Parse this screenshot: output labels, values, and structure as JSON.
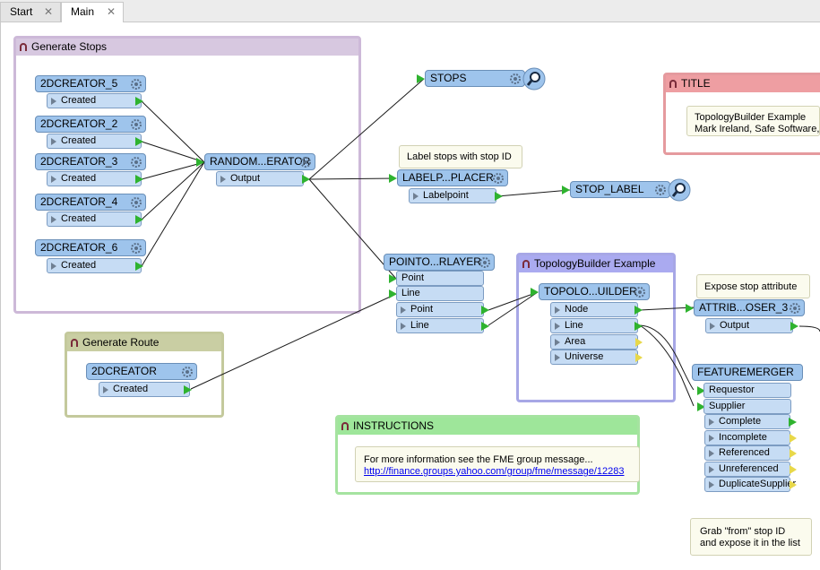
{
  "tabs": [
    {
      "label": "Start",
      "close": "✕"
    },
    {
      "label": "Main",
      "close": "✕"
    }
  ],
  "bookmarks": {
    "generate_stops": "Generate Stops",
    "generate_route": "Generate Route",
    "title": "TITLE",
    "topology": "TopologyBuilder Example",
    "instructions": "INSTRUCTIONS"
  },
  "creators": [
    {
      "name": "2DCREATOR_5",
      "port": "Created"
    },
    {
      "name": "2DCREATOR_2",
      "port": "Created"
    },
    {
      "name": "2DCREATOR_3",
      "port": "Created"
    },
    {
      "name": "2DCREATOR_4",
      "port": "Created"
    },
    {
      "name": "2DCREATOR_6",
      "port": "Created"
    }
  ],
  "random": {
    "name": "RANDOM...ERATOR",
    "port": "Output"
  },
  "stops": {
    "name": "STOPS"
  },
  "labelplacer": {
    "name": "LABELP...PLACER",
    "port": "Labelpoint"
  },
  "stop_label": {
    "name": "STOP_LABEL"
  },
  "pointonline": {
    "name": "POINTO...RLAYER",
    "in": [
      "Point",
      "Line"
    ],
    "out": [
      "Point",
      "Line"
    ]
  },
  "route_creator": {
    "name": "2DCREATOR",
    "port": "Created"
  },
  "topobuilder": {
    "name": "TOPOLO...UILDER",
    "out": [
      "Node",
      "Line",
      "Area",
      "Universe"
    ]
  },
  "exposer": {
    "name": "ATTRIB...OSER_3",
    "port": "Output"
  },
  "merger": {
    "name": "FEATUREMERGER",
    "in": [
      "Requestor",
      "Supplier"
    ],
    "out": [
      "Complete",
      "Incomplete",
      "Referenced",
      "Unreferenced",
      "DuplicateSupplier"
    ]
  },
  "annotations": {
    "label_stops": "Label stops with stop ID",
    "expose": "Expose stop attribute",
    "title_line1": "TopologyBuilder Example",
    "title_line2": "Mark Ireland, Safe Software,",
    "instr_line1": "For more information see the FME group message...",
    "instr_link": "http://finance.groups.yahoo.com/group/fme/message/12283",
    "grab_line1": "Grab \"from\" stop ID",
    "grab_line2": "and expose it in the list"
  },
  "colors": {
    "stops_border": "#cdb9d8",
    "stops_header": "#d7c8e0",
    "route_border": "#c4c99c",
    "route_header": "#c9cea3",
    "title_border": "#e59a9e",
    "title_header": "#ee9ea2",
    "topo_border": "#a7a7e6",
    "topo_header": "#aaaaf0",
    "instr_border": "#a5e3a0",
    "instr_header": "#9ee69a"
  }
}
